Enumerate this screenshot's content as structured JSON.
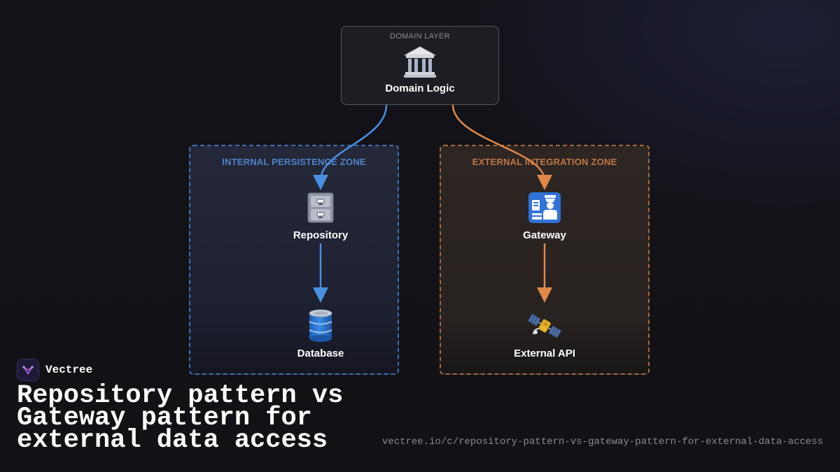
{
  "domain": {
    "kicker": "DOMAIN LAYER",
    "label": "Domain Logic",
    "icon": "classical-building-icon"
  },
  "zones": {
    "internal": {
      "title": "INTERNAL PERSISTENCE ZONE",
      "color": "#4a8ee0"
    },
    "external": {
      "title": "EXTERNAL INTEGRATION ZONE",
      "color": "#e0884a"
    }
  },
  "nodes": {
    "repository": {
      "label": "Repository",
      "icon": "file-cabinet-icon"
    },
    "database": {
      "label": "Database",
      "icon": "database-icon"
    },
    "gateway": {
      "label": "Gateway",
      "icon": "passport-control-icon"
    },
    "external_api": {
      "label": "External API",
      "icon": "satellite-icon"
    }
  },
  "edges": [
    {
      "from": "Domain Logic",
      "to": "Repository"
    },
    {
      "from": "Repository",
      "to": "Database"
    },
    {
      "from": "Domain Logic",
      "to": "Gateway"
    },
    {
      "from": "Gateway",
      "to": "External API"
    }
  ],
  "footer": {
    "brand": "Vectree",
    "headline": [
      "Repository pattern vs",
      "Gateway pattern for",
      "external data access"
    ],
    "url": "vectree.io/c/repository-pattern-vs-gateway-pattern-for-external-data-access"
  }
}
